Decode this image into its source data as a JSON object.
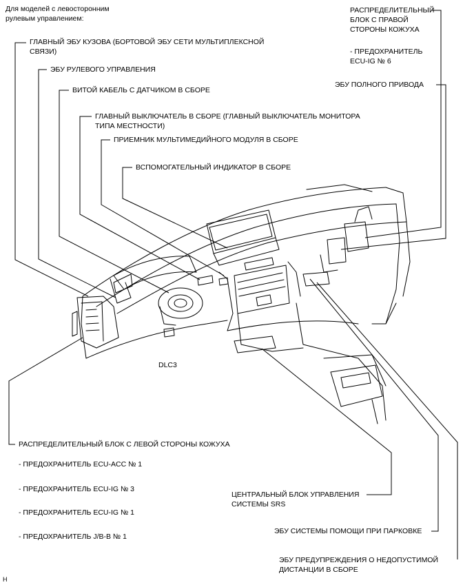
{
  "note": "Для моделей с левосторонним\nрулевым управлением:",
  "labels": {
    "body_ecu": "ГЛАВНЫЙ ЭБУ КУЗОВА (БОРТОВОЙ ЭБУ СЕТИ МУЛЬТИПЛЕКСНОЙ\nСВЯЗИ)",
    "steering_ecu": "ЭБУ РУЛЕВОГО УПРАВЛЕНИЯ",
    "spiral_cable": "ВИТОЙ КАБЕЛЬ С ДАТЧИКОМ В СБОРЕ",
    "main_switch": "ГЛАВНЫЙ ВЫКЛЮЧАТЕЛЬ В СБОРЕ (ГЛАВНЫЙ ВЫКЛЮЧАТЕЛЬ МОНИТОРА\nТИПА МЕСТНОСТИ)",
    "multimedia_receiver": "ПРИЕМНИК МУЛЬТИМЕДИЙНОГО МОДУЛЯ В СБОРЕ",
    "aux_indicator": "ВСПОМОГАТЕЛЬНЫЙ ИНДИКАТОР В СБОРЕ",
    "right_jb": "РАСПРЕДЕЛИТЕЛЬНЫЙ\nБЛОК С ПРАВОЙ\nСТОРОНЫ КОЖУХА",
    "right_fuse": "- ПРЕДОХРАНИТЕЛЬ\nECU-IG № 6",
    "awd_ecu": "ЭБУ ПОЛНОГО ПРИВОДА",
    "dlc3": "DLC3",
    "left_jb": "РАСПРЕДЕЛИТЕЛЬНЫЙ БЛОК С ЛЕВОЙ СТОРОНЫ КОЖУХА",
    "left_fuses": [
      "- ПРЕДОХРАНИТЕЛЬ ECU-ACC № 1",
      "- ПРЕДОХРАНИТЕЛЬ ECU-IG № 3",
      "- ПРЕДОХРАНИТЕЛЬ ECU-IG № 1",
      "- ПРЕДОХРАНИТЕЛЬ J/B-B № 1"
    ],
    "srs": "ЦЕНТРАЛЬНЫЙ БЛОК УПРАВЛЕНИЯ\nСИСТЕМЫ SRS",
    "parking_ecu": "ЭБУ СИСТЕМЫ ПОМОЩИ ПРИ ПАРКОВКЕ",
    "distance_ecu": "ЭБУ ПРЕДУПРЕЖДЕНИЯ О НЕДОПУСТИМОЙ\nДИСТАНЦИИ В СБОРЕ"
  },
  "corner_mark": "H"
}
